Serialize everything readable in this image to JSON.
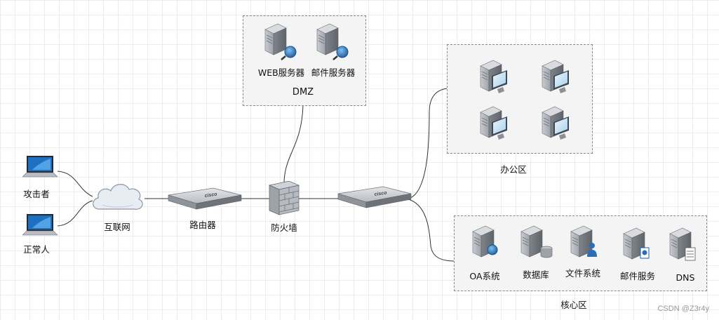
{
  "zones": {
    "dmz": "DMZ",
    "office": "办公区",
    "core": "核心区"
  },
  "nodes": {
    "web_server": "WEB服务器",
    "mail_server_dmz": "邮件服务器",
    "attacker": "攻击者",
    "normal_user": "正常人",
    "internet": "互联网",
    "router": "路由器",
    "firewall": "防火墙",
    "oa_system": "OA系统",
    "database": "数据库",
    "file_system": "文件系统",
    "mail_service": "邮件服务",
    "dns": "DNS"
  },
  "device_brand": "ciṡco",
  "watermark": "CSDN @Z3r4y",
  "colors": {
    "server_body": "#a9adb3",
    "screen": "#cfe4f2",
    "globe": "#2a6fb3",
    "cloud": "#e6ecf3"
  }
}
